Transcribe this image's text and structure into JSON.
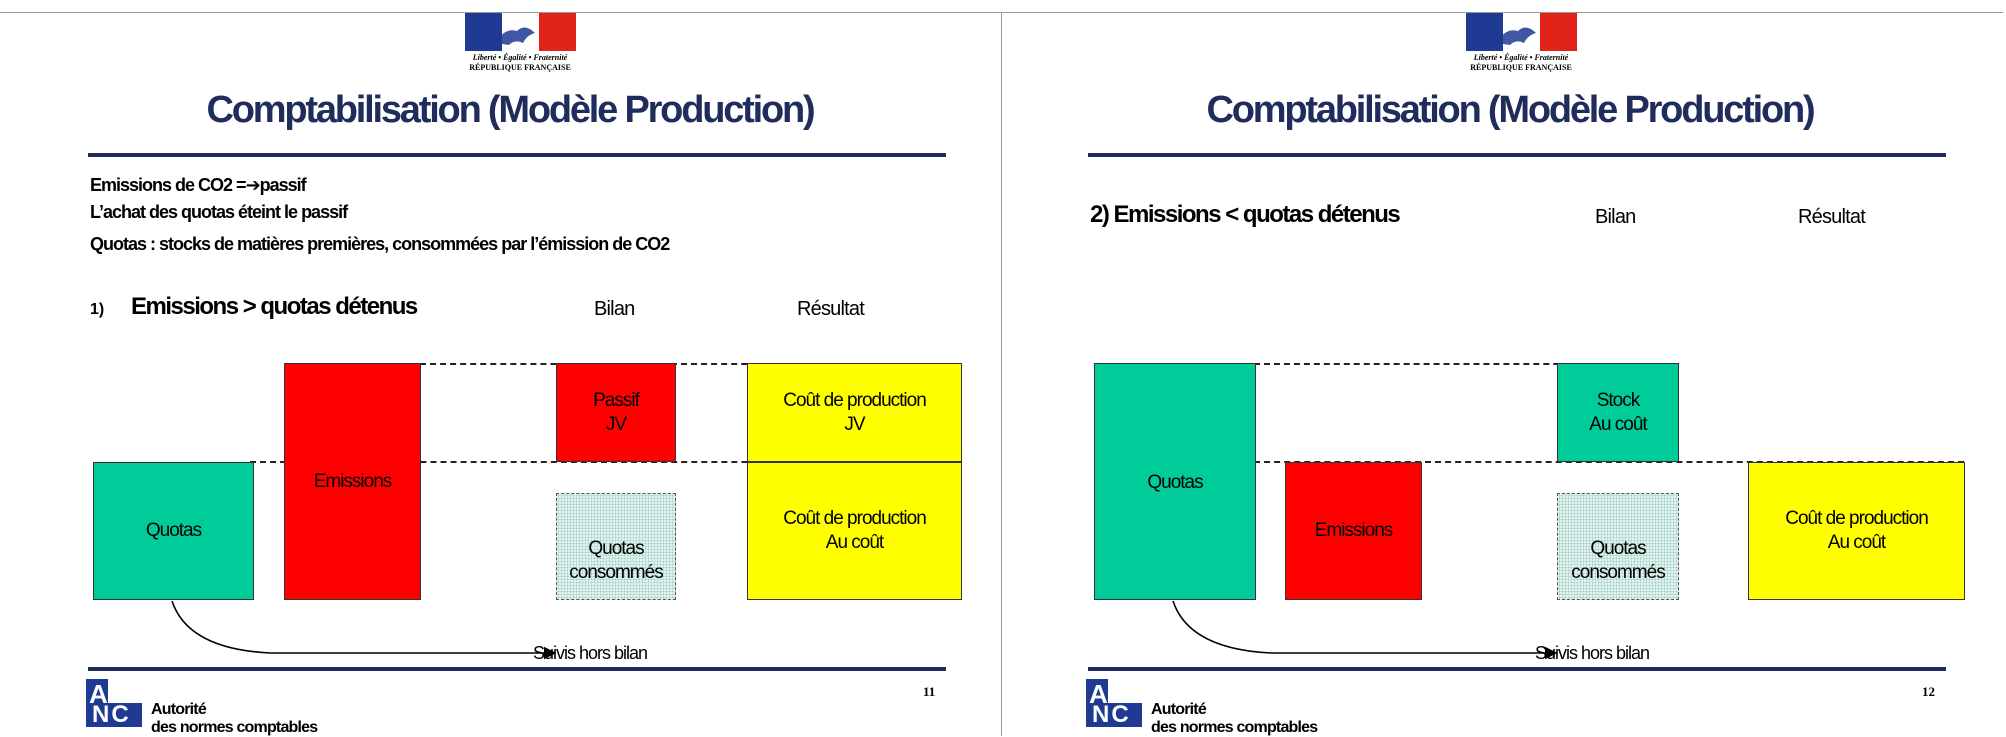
{
  "slides": [
    {
      "header": {
        "motto": "Liberté • Égalité • Fraternité",
        "republic": "RÉPUBLIQUE FRANÇAISE"
      },
      "title": "Comptabilisation (Modèle Production)",
      "bullets": [
        "Emissions de CO2 =➔passif",
        "L’achat des quotas éteint le passif",
        "Quotas : stocks de matières premières, consommées par l’émission de CO2"
      ],
      "case_number": "1)",
      "case_heading": "Emissions > quotas détenus",
      "col_bilan": "Bilan",
      "col_resultat": "Résultat",
      "boxes": {
        "quotas": "Quotas",
        "emissions": "Emissions",
        "passif_line1": "Passif",
        "passif_line2": "JV",
        "quotas_consommes_line1": "Quotas",
        "quotas_consommes_line2": "consommés",
        "cout_jv_line1": "Coût de production",
        "cout_jv_line2": "JV",
        "cout_cout_line1": "Coût de production",
        "cout_cout_line2": "Au coût"
      },
      "caption": "Suivis hors bilan",
      "footer": {
        "org_line1": "Autorité",
        "org_line2": "des normes comptables",
        "page": "11"
      }
    },
    {
      "header": {
        "motto": "Liberté • Égalité • Fraternité",
        "republic": "RÉPUBLIQUE FRANÇAISE"
      },
      "title": "Comptabilisation (Modèle Production)",
      "case_heading": "2) Emissions < quotas détenus",
      "col_bilan": "Bilan",
      "col_resultat": "Résultat",
      "boxes": {
        "quotas": "Quotas",
        "emissions": "Emissions",
        "stock_line1": "Stock",
        "stock_line2": "Au coût",
        "quotas_consommes_line1": "Quotas",
        "quotas_consommes_line2": "consommés",
        "cout_cout_line1": "Coût de production",
        "cout_cout_line2": "Au coût"
      },
      "caption": "Suivis hors bilan",
      "footer": {
        "org_line1": "Autorité",
        "org_line2": "des normes comptables",
        "page": "12"
      }
    }
  ],
  "colors": {
    "navy": "#1f2c5c",
    "green": "#00cc99",
    "red": "#ff0000",
    "yellow": "#ffff00"
  }
}
